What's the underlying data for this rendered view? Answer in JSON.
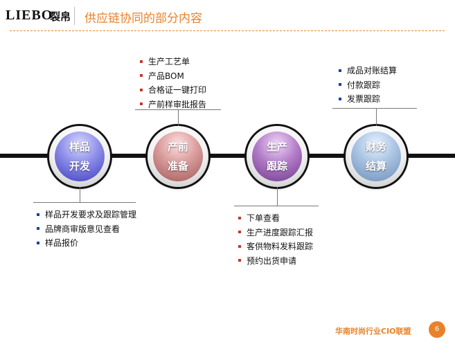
{
  "header": {
    "logo_text": "LIEBO",
    "logo_cn": "裂帛",
    "title": "供应链协同的部分内容"
  },
  "nodes": [
    {
      "line1": "样品",
      "line2": "开发"
    },
    {
      "line1": "产前",
      "line2": "准备"
    },
    {
      "line1": "生产",
      "line2": "跟踪"
    },
    {
      "line1": "财务",
      "line2": "结算"
    }
  ],
  "callouts": {
    "sample_dev": [
      "样品开发要求及跟踪管理",
      "品牌商审版意见查看",
      "样品报价"
    ],
    "pre_production": [
      "生产工艺单",
      "产品BOM",
      "合格证一键打印",
      "产前样审批报告"
    ],
    "production": [
      "下单查看",
      "生产进度跟踪汇报",
      "客供物料发料跟踪",
      "预约出货申请"
    ],
    "finance": [
      "成品对账结算",
      "付款跟踪",
      "发票跟踪"
    ]
  },
  "footer": {
    "org": "华南时尚行业CIO联盟",
    "page": "6"
  },
  "colors": {
    "accent": "#e8822a",
    "bullet_blue": "#1a3eb0",
    "bullet_red": "#c0392b"
  }
}
